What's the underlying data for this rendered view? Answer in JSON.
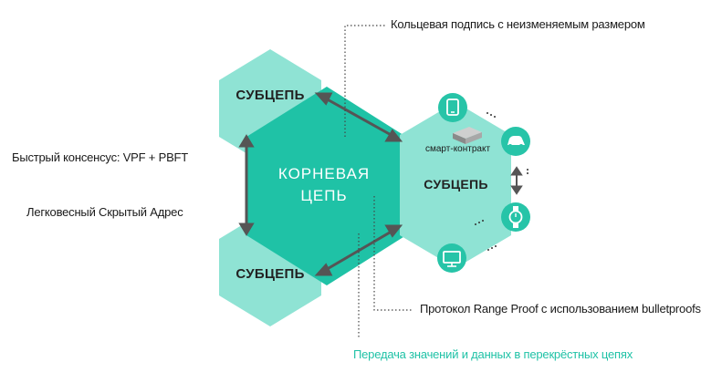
{
  "colors": {
    "root_hex": "#1fc2a6",
    "sub_hex": "#8fe3d4",
    "icon_circle": "#27c4a8",
    "arrow": "#555555",
    "dotted": "#444444",
    "green_text": "#1fc2a6"
  },
  "hexes": {
    "top_left_label": "СУБЦЕПЬ",
    "bottom_left_label": "СУБЦЕПЬ",
    "root_label_line1": "КОРНЕВАЯ",
    "root_label_line2": "ЦЕПЬ",
    "right_label": "СУБЦЕПЬ"
  },
  "annotations": {
    "ring_signature": "Кольцевая подпись с неизменяемым размером",
    "fast_consensus": "Быстрый консенсус: VPF + PBFT",
    "lightweight_address": "Легковесный Скрытый Адрес",
    "range_proof": "Протокол Range Proof с использованием bulletproofs",
    "cross_chain": "Передача значений и данных в перекрёстных цепях"
  },
  "right_hex": {
    "smart_contract_label": "смарт-контракт"
  },
  "icons": [
    "tablet-icon",
    "car-icon",
    "watch-icon",
    "monitor-icon",
    "chip-icon"
  ]
}
